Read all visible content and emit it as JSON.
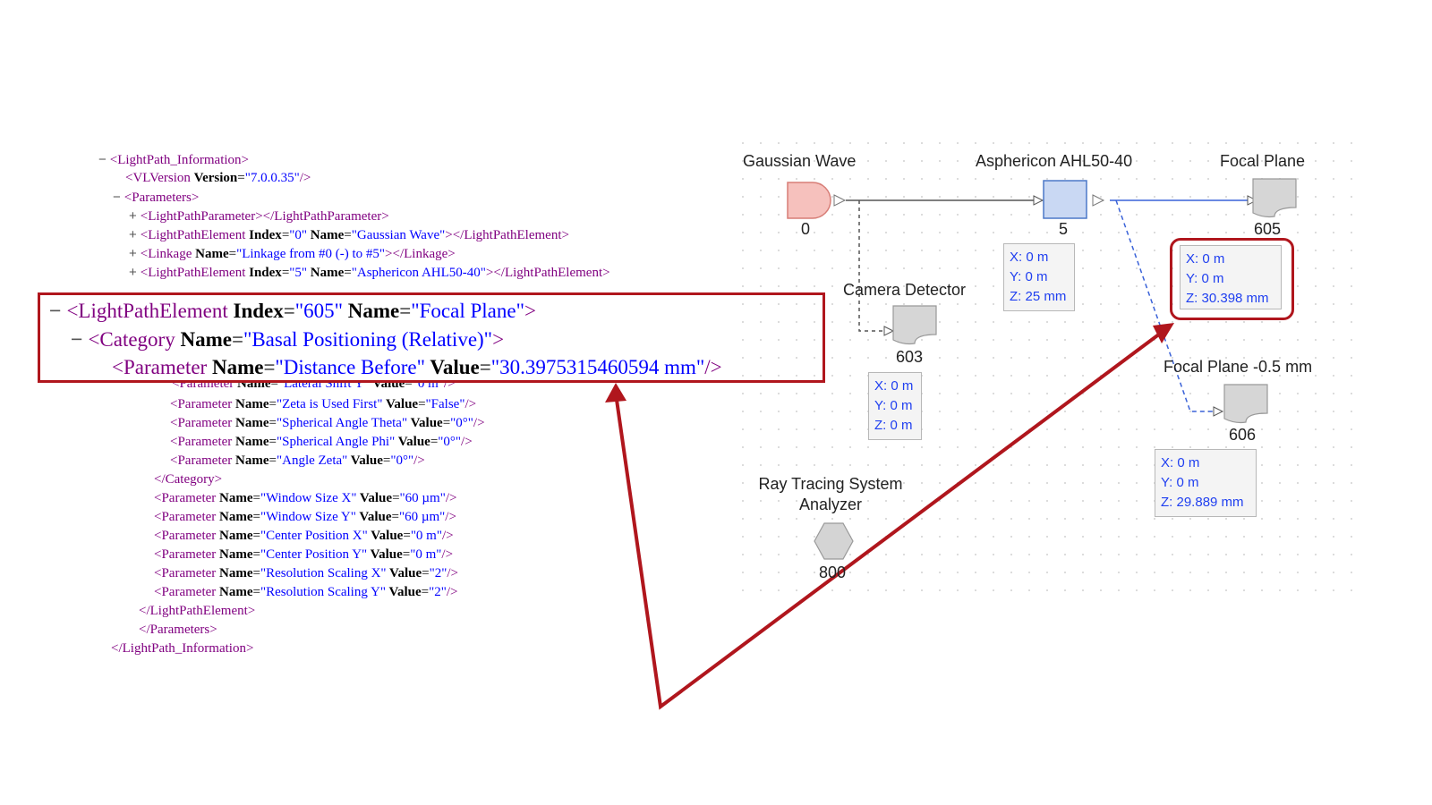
{
  "xml": {
    "lines": [
      {
        "pm": "−",
        "parts": [
          [
            "t",
            "<LightPath_Information>"
          ]
        ]
      },
      {
        "pm": "",
        "parts": [
          [
            "t",
            "<VLVersion "
          ],
          [
            "a",
            "Version"
          ],
          [
            "p",
            "="
          ],
          [
            "v",
            "\"7.0.0.35\""
          ],
          [
            "t",
            "/>"
          ]
        ]
      },
      {
        "pm": "−",
        "parts": [
          [
            "t",
            "<Parameters>"
          ]
        ]
      },
      {
        "pm": "+",
        "parts": [
          [
            "t",
            "<LightPathParameter></LightPathParameter>"
          ]
        ]
      },
      {
        "pm": "+",
        "parts": [
          [
            "t",
            "<LightPathElement "
          ],
          [
            "a",
            "Index"
          ],
          [
            "p",
            "="
          ],
          [
            "v",
            "\"0\""
          ],
          [
            "a",
            " Name"
          ],
          [
            "p",
            "="
          ],
          [
            "v",
            "\"Gaussian Wave\""
          ],
          [
            "t",
            "></LightPathElement>"
          ]
        ]
      },
      {
        "pm": "+",
        "parts": [
          [
            "t",
            "<Linkage "
          ],
          [
            "a",
            "Name"
          ],
          [
            "p",
            "="
          ],
          [
            "v",
            "\"Linkage from #0 (-) to #5\""
          ],
          [
            "t",
            "></Linkage>"
          ]
        ]
      },
      {
        "pm": "+",
        "parts": [
          [
            "t",
            "<LightPathElement "
          ],
          [
            "a",
            "Index"
          ],
          [
            "p",
            "="
          ],
          [
            "v",
            "\"5\""
          ],
          [
            "a",
            " Name"
          ],
          [
            "p",
            "="
          ],
          [
            "v",
            "\"Asphericon AHL50-40\""
          ],
          [
            "t",
            "></LightPathElement>"
          ]
        ]
      },
      {
        "pm": "",
        "parts": [
          [
            "t",
            "<Parameter "
          ],
          [
            "a",
            "Name"
          ],
          [
            "p",
            "="
          ],
          [
            "v",
            "\"Lateral Shift Y\""
          ],
          [
            "a",
            " Value"
          ],
          [
            "p",
            "="
          ],
          [
            "v",
            "\"0 m\""
          ],
          [
            "t",
            "/>"
          ]
        ]
      },
      {
        "pm": "",
        "parts": [
          [
            "t",
            "<Parameter "
          ],
          [
            "a",
            "Name"
          ],
          [
            "p",
            "="
          ],
          [
            "v",
            "\"Zeta is Used First\""
          ],
          [
            "a",
            " Value"
          ],
          [
            "p",
            "="
          ],
          [
            "v",
            "\"False\""
          ],
          [
            "t",
            "/>"
          ]
        ]
      },
      {
        "pm": "",
        "parts": [
          [
            "t",
            "<Parameter "
          ],
          [
            "a",
            "Name"
          ],
          [
            "p",
            "="
          ],
          [
            "v",
            "\"Spherical Angle Theta\""
          ],
          [
            "a",
            " Value"
          ],
          [
            "p",
            "="
          ],
          [
            "v",
            "\"0°\""
          ],
          [
            "t",
            "/>"
          ]
        ]
      },
      {
        "pm": "",
        "parts": [
          [
            "t",
            "<Parameter "
          ],
          [
            "a",
            "Name"
          ],
          [
            "p",
            "="
          ],
          [
            "v",
            "\"Spherical Angle Phi\""
          ],
          [
            "a",
            " Value"
          ],
          [
            "p",
            "="
          ],
          [
            "v",
            "\"0°\""
          ],
          [
            "t",
            "/>"
          ]
        ]
      },
      {
        "pm": "",
        "parts": [
          [
            "t",
            "<Parameter "
          ],
          [
            "a",
            "Name"
          ],
          [
            "p",
            "="
          ],
          [
            "v",
            "\"Angle Zeta\""
          ],
          [
            "a",
            " Value"
          ],
          [
            "p",
            "="
          ],
          [
            "v",
            "\"0°\""
          ],
          [
            "t",
            "/>"
          ]
        ]
      },
      {
        "pm": "",
        "parts": [
          [
            "t",
            "</Category>"
          ]
        ]
      },
      {
        "pm": "",
        "parts": [
          [
            "t",
            "<Parameter "
          ],
          [
            "a",
            "Name"
          ],
          [
            "p",
            "="
          ],
          [
            "v",
            "\"Window Size X\""
          ],
          [
            "a",
            " Value"
          ],
          [
            "p",
            "="
          ],
          [
            "v",
            "\"60 µm\""
          ],
          [
            "t",
            "/>"
          ]
        ]
      },
      {
        "pm": "",
        "parts": [
          [
            "t",
            "<Parameter "
          ],
          [
            "a",
            "Name"
          ],
          [
            "p",
            "="
          ],
          [
            "v",
            "\"Window Size Y\""
          ],
          [
            "a",
            " Value"
          ],
          [
            "p",
            "="
          ],
          [
            "v",
            "\"60 µm\""
          ],
          [
            "t",
            "/>"
          ]
        ]
      },
      {
        "pm": "",
        "parts": [
          [
            "t",
            "<Parameter "
          ],
          [
            "a",
            "Name"
          ],
          [
            "p",
            "="
          ],
          [
            "v",
            "\"Center Position X\""
          ],
          [
            "a",
            " Value"
          ],
          [
            "p",
            "="
          ],
          [
            "v",
            "\"0 m\""
          ],
          [
            "t",
            "/>"
          ]
        ]
      },
      {
        "pm": "",
        "parts": [
          [
            "t",
            "<Parameter "
          ],
          [
            "a",
            "Name"
          ],
          [
            "p",
            "="
          ],
          [
            "v",
            "\"Center Position Y\""
          ],
          [
            "a",
            " Value"
          ],
          [
            "p",
            "="
          ],
          [
            "v",
            "\"0 m\""
          ],
          [
            "t",
            "/>"
          ]
        ]
      },
      {
        "pm": "",
        "parts": [
          [
            "t",
            "<Parameter "
          ],
          [
            "a",
            "Name"
          ],
          [
            "p",
            "="
          ],
          [
            "v",
            "\"Resolution Scaling X\""
          ],
          [
            "a",
            " Value"
          ],
          [
            "p",
            "="
          ],
          [
            "v",
            "\"2\""
          ],
          [
            "t",
            "/>"
          ]
        ]
      },
      {
        "pm": "",
        "parts": [
          [
            "t",
            "<Parameter "
          ],
          [
            "a",
            "Name"
          ],
          [
            "p",
            "="
          ],
          [
            "v",
            "\"Resolution Scaling Y\""
          ],
          [
            "a",
            " Value"
          ],
          [
            "p",
            "="
          ],
          [
            "v",
            "\"2\""
          ],
          [
            "t",
            "/>"
          ]
        ]
      },
      {
        "pm": "",
        "parts": [
          [
            "t",
            "</LightPathElement>"
          ]
        ]
      },
      {
        "pm": "",
        "parts": [
          [
            "t",
            "</Parameters>"
          ]
        ]
      },
      {
        "pm": "",
        "parts": [
          [
            "t",
            "</LightPath_Information>"
          ]
        ]
      }
    ],
    "zoom": [
      {
        "pm": "−",
        "parts": [
          [
            "t",
            "<LightPathElement "
          ],
          [
            "a",
            "Index"
          ],
          [
            "p",
            "="
          ],
          [
            "v",
            "\"605\""
          ],
          [
            "a",
            " Name"
          ],
          [
            "p",
            "="
          ],
          [
            "v",
            "\"Focal Plane\""
          ],
          [
            "t",
            ">"
          ]
        ]
      },
      {
        "pm": "−",
        "parts": [
          [
            "t",
            "<Category "
          ],
          [
            "a",
            "Name"
          ],
          [
            "p",
            "="
          ],
          [
            "v",
            "\"Basal Positioning (Relative)\""
          ],
          [
            "t",
            ">"
          ]
        ]
      },
      {
        "pm": "",
        "parts": [
          [
            "t",
            "<Parameter "
          ],
          [
            "a",
            "Name"
          ],
          [
            "p",
            "="
          ],
          [
            "v",
            "\"Distance Before\""
          ],
          [
            "a",
            " Value"
          ],
          [
            "p",
            "="
          ],
          [
            "v",
            "\"30.3975315460594 mm\""
          ],
          [
            "t",
            "/>"
          ]
        ]
      }
    ]
  },
  "diagram": {
    "nodes": {
      "gaussian": {
        "label": "Gaussian Wave",
        "id": "0"
      },
      "asphericon": {
        "label": "Asphericon AHL50-40",
        "id": "5",
        "coords": {
          "x": "X: 0 m",
          "y": "Y: 0 m",
          "z": "Z: 25 mm"
        }
      },
      "focal": {
        "label": "Focal Plane",
        "id": "605",
        "coords": {
          "x": "X: 0 m",
          "y": "Y: 0 m",
          "z": "Z: 30.398 mm"
        }
      },
      "camera": {
        "label": "Camera Detector",
        "id": "603",
        "coords": {
          "x": "X: 0 m",
          "y": "Y: 0 m",
          "z": "Z: 0 m"
        }
      },
      "focal2": {
        "label": "Focal Plane -0.5 mm",
        "id": "606",
        "coords": {
          "x": "X: 0 m",
          "y": "Y: 0 m",
          "z": "Z: 29.889 mm"
        }
      },
      "analyzer": {
        "label1": "Ray Tracing System",
        "label2": "Analyzer",
        "id": "800"
      }
    }
  },
  "colors": {
    "highlight": "#b0161d",
    "tag": "#800080",
    "value": "#0000ff",
    "coord": "#1f3ff0"
  }
}
